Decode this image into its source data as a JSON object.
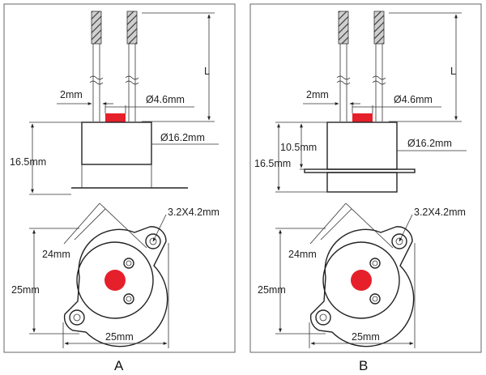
{
  "panels": [
    {
      "id": "A",
      "label": "A",
      "dims": {
        "wire_length": "L",
        "wire_pitch": "2mm",
        "probe_dia": "Ø4.6mm",
        "body_dia": "Ø16.2mm",
        "height_total": "16.5mm",
        "flange_width": "25mm",
        "flange_height": "25mm",
        "hole_spacing": "24mm",
        "mount_hole": "3.2X4.2mm"
      }
    },
    {
      "id": "B",
      "label": "B",
      "dims": {
        "wire_length": "L",
        "wire_pitch": "2mm",
        "probe_dia": "Ø4.6mm",
        "body_dia": "Ø16.2mm",
        "body_height": "10.5mm",
        "height_total": "16.5mm",
        "flange_width": "25mm",
        "flange_height": "25mm",
        "hole_spacing": "24mm",
        "mount_hole": "3.2X4.2mm"
      }
    }
  ],
  "colors": {
    "sensor_dot": "#e5202a",
    "line": "#222222",
    "border": "#444444"
  }
}
